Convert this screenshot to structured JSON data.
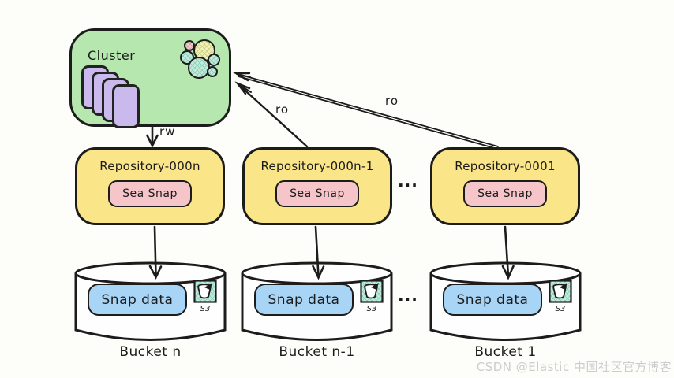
{
  "cluster": {
    "label": "Cluster",
    "logo_icon": "elastic-logo",
    "nodes_icon": "shard-stack"
  },
  "edges": {
    "rw_label": "rw",
    "ro_label_1": "ro",
    "ro_label_2": "ro"
  },
  "repositories": [
    {
      "title": "Repository-000n",
      "badge": "Sea Snap"
    },
    {
      "title": "Repository-000n-1",
      "badge": "Sea Snap"
    },
    {
      "title": "Repository-0001",
      "badge": "Sea Snap"
    }
  ],
  "buckets": [
    {
      "badge": "Snap data",
      "icon": "s3-bucket",
      "icon_label": "S3",
      "label": "Bucket n"
    },
    {
      "badge": "Snap data",
      "icon": "s3-bucket",
      "icon_label": "S3",
      "label": "Bucket n-1"
    },
    {
      "badge": "Snap data",
      "icon": "s3-bucket",
      "icon_label": "S3",
      "label": "Bucket 1"
    }
  ],
  "ellipsis": {
    "repositories": "...",
    "buckets": "..."
  },
  "watermark": "CSDN @Elastic 中国社区官方博客",
  "colors": {
    "cluster_fill": "#b5e7ae",
    "repository_fill": "#fae588",
    "sea_snap_fill": "#f6c5c9",
    "snap_data_fill": "#a8d4f5",
    "shard_fill": "#c9b9ec",
    "stroke": "#1c1c1c",
    "watermark_text": "#cdcdcd"
  }
}
